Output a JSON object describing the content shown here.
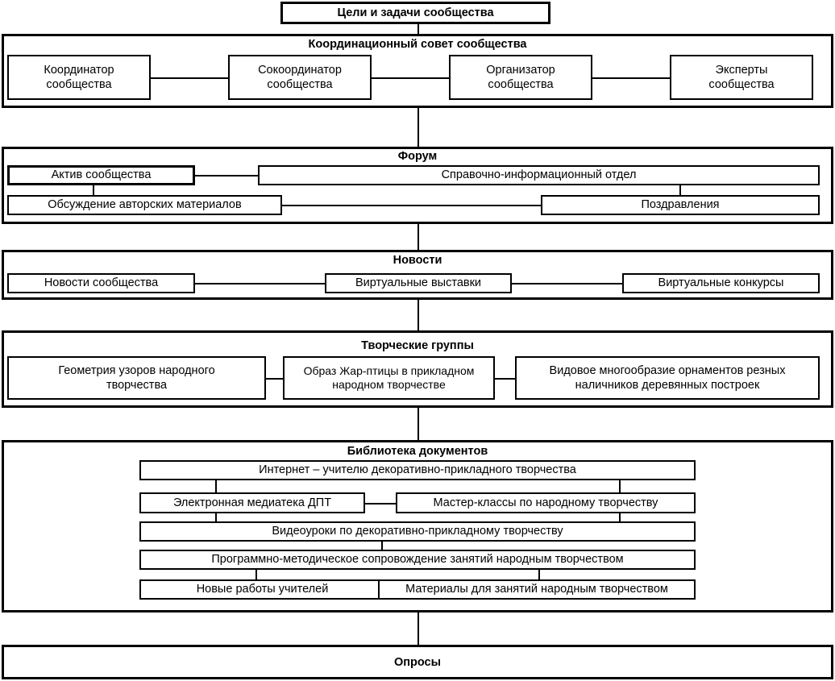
{
  "diagram": {
    "title_box": {
      "label": "Цели и задачи сообщества"
    },
    "sections": [
      {
        "key": "council",
        "title": "Координационный совет сообщества",
        "nodes": [
          {
            "label": "Координатор\nсообщества"
          },
          {
            "label": "Сокоординатор\nсообщества"
          },
          {
            "label": "Организатор\nсообщества"
          },
          {
            "label": "Эксперты\nсообщества"
          }
        ]
      },
      {
        "key": "forum",
        "title": "Форум",
        "nodes": [
          {
            "label": "Актив сообщества"
          },
          {
            "label": "Справочно-информационный отдел"
          },
          {
            "label": "Обсуждение авторских материалов"
          },
          {
            "label": "Поздравления"
          }
        ]
      },
      {
        "key": "news",
        "title": "Новости",
        "nodes": [
          {
            "label": "Новости сообщества"
          },
          {
            "label": "Виртуальные выставки"
          },
          {
            "label": "Виртуальные конкурсы"
          }
        ]
      },
      {
        "key": "creative_groups",
        "title": "Творческие группы",
        "nodes": [
          {
            "label": "Геометрия узоров народного\nтворчества"
          },
          {
            "label": "Образ Жар-птицы в прикладном\nнародном творчестве"
          },
          {
            "label": "Видовое многообразие орнаментов резных\nналичников деревянных построек"
          }
        ]
      },
      {
        "key": "library",
        "title": "Библиотека документов",
        "nodes": [
          {
            "label": "Интернет – учителю декоративно-прикладного творчества"
          },
          {
            "label": "Электронная медиатека ДПТ"
          },
          {
            "label": "Мастер-классы по народному творчеству"
          },
          {
            "label": "Видеоуроки по декоративно-прикладному творчеству"
          },
          {
            "label": "Программно-методическое сопровождение занятий народным творчеством"
          },
          {
            "label": "Новые работы учителей"
          },
          {
            "label": "Материалы для занятий народным творчеством"
          }
        ]
      },
      {
        "key": "surveys",
        "title": "Опросы",
        "nodes": []
      }
    ],
    "colors": {
      "line": "#000000",
      "background": "#ffffff",
      "text": "#000000"
    }
  }
}
